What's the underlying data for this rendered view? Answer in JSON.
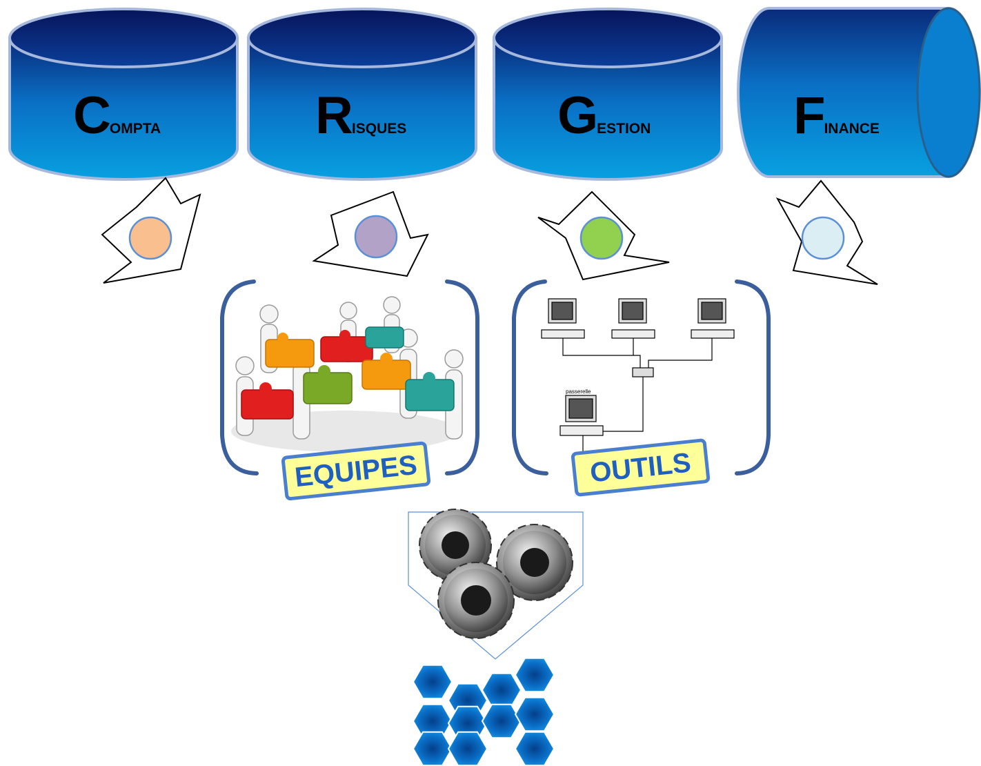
{
  "databases": [
    {
      "initial": "C",
      "rest": "OMPTA"
    },
    {
      "initial": "R",
      "rest": "ISQUES"
    },
    {
      "initial": "G",
      "rest": "ESTION"
    },
    {
      "initial": "F",
      "rest": "INANCE"
    }
  ],
  "arrow_dot_colors": [
    "#f9bf8f",
    "#b3a2c7",
    "#92d050",
    "#dbeef4"
  ],
  "tags": {
    "equipes": "EQUIPES",
    "outils": "OUTILS"
  },
  "network": {
    "gateway_label": "passerelle"
  },
  "colors": {
    "cylinder_top": "#0a1f6e",
    "cylinder_body": "#0b8fd8",
    "bracket": "#3b5e9c",
    "hexagon": "#0a7fd0"
  },
  "icons": [
    "puzzle-team-illustration",
    "computer-network-diagram",
    "gears-icon",
    "hexagon-cluster-icon"
  ]
}
